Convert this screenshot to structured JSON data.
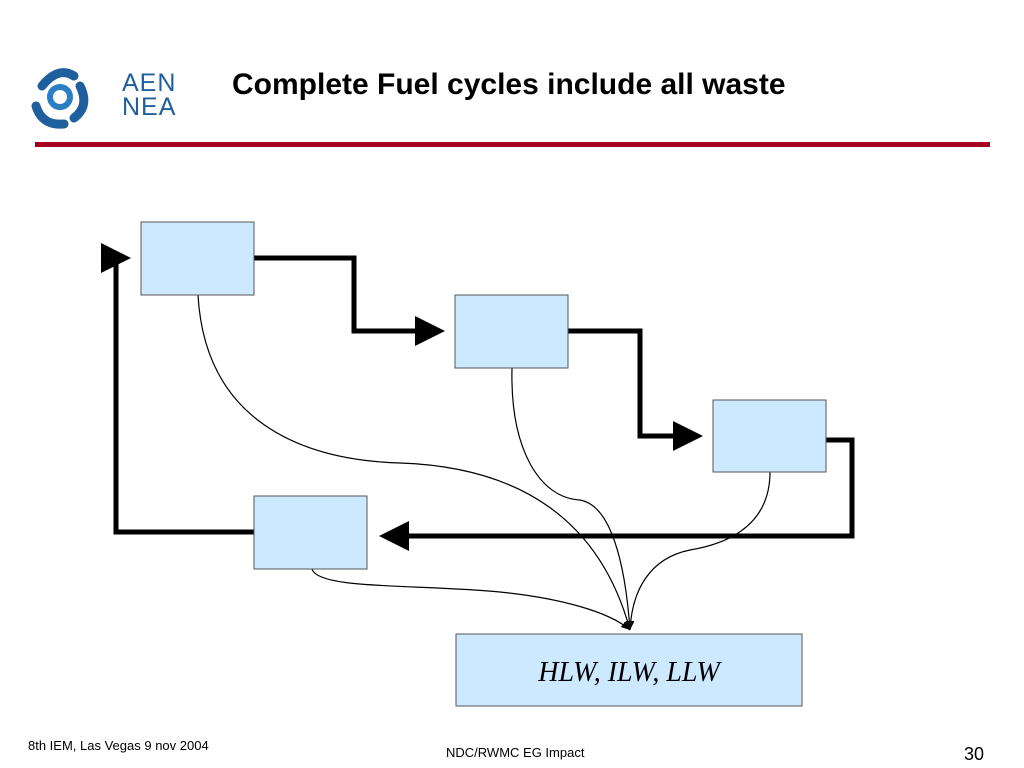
{
  "header": {
    "logo_line1": "AEN",
    "logo_line2": "NEA",
    "title": "Complete Fuel cycles include all waste"
  },
  "diagram": {
    "waste_box_label": "HLW,  ILW,  LLW",
    "box_fill": "#cce9ff",
    "box_stroke": "#555555",
    "arrow_color": "#000000"
  },
  "footer": {
    "left": "8th IEM, Las Vegas 9 nov 2004",
    "center": "NDC/RWMC EG Impact",
    "page_number": "30"
  },
  "colors": {
    "divider": "#a50021",
    "logo_blue": "#1f5f9e"
  }
}
